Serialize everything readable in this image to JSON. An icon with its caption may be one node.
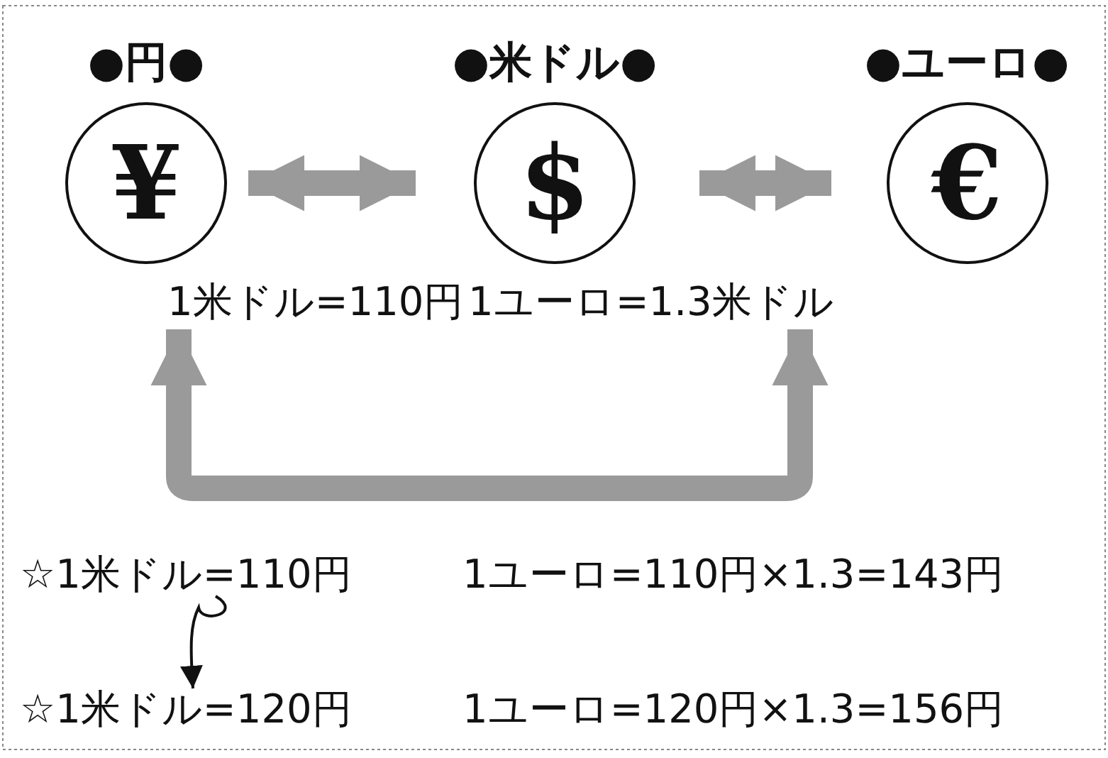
{
  "diagram": {
    "nodes": [
      {
        "text": [
          "●円●",
          "¥"
        ]
      },
      {
        "text": [
          "●米ドル●",
          "$"
        ]
      },
      {
        "text": [
          "●ユーロ●",
          "€"
        ]
      },
      {
        "text": [
          "1米ドル=110円"
        ]
      },
      {
        "text": [
          "1ユーロ=1.3米ドル"
        ]
      },
      {
        "text": [
          "☆1米ドル=110円"
        ]
      },
      {
        "text": [
          "1ユーロ=110円×1.3=143円"
        ]
      },
      {
        "text": [
          "☆1米ドル=120円"
        ]
      },
      {
        "text": [
          "1ユーロ=120円×1.3=156円"
        ]
      }
    ],
    "edges": [
      {
        "from": 0,
        "to": 1,
        "arrow": "both"
      },
      {
        "from": 1,
        "to": 2,
        "arrow": "both"
      },
      {
        "from": 3,
        "to": 4,
        "arrow": "both"
      },
      {
        "from": 5,
        "to": 7,
        "arrow": "to",
        "color": "#111111"
      }
    ]
  }
}
